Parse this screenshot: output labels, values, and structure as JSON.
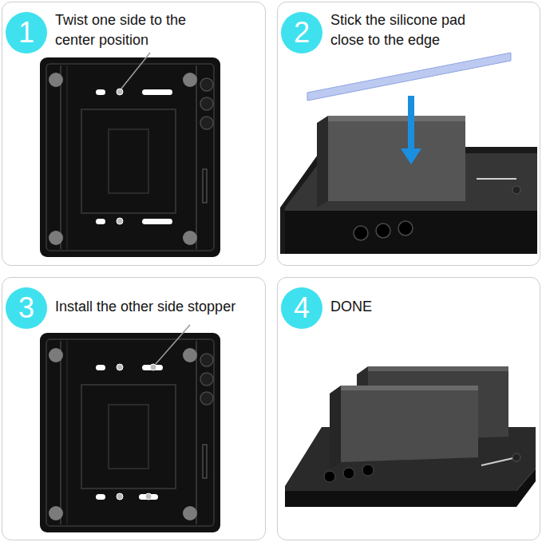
{
  "diagram": {
    "nodes": [
      {
        "text": [
          "Twist one side to the center position"
        ]
      },
      {
        "text": [
          "1"
        ],
        "in": 0
      },
      {
        "text": [
          "Stick the silicone pad close to the edge"
        ]
      },
      {
        "text": [
          "2"
        ],
        "in": 2
      },
      {
        "text": [
          "Install the other side stopper"
        ]
      },
      {
        "text": [
          "3"
        ],
        "in": 4
      },
      {
        "text": [
          "DONE"
        ]
      },
      {
        "text": [
          "4"
        ],
        "in": 6
      }
    ]
  }
}
